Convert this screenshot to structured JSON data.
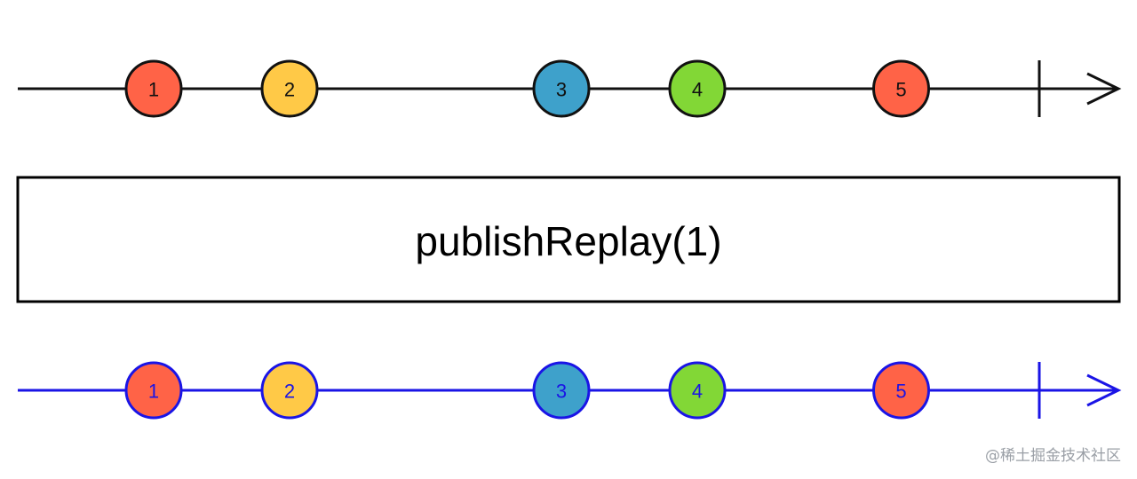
{
  "diagram": {
    "operator": "publishReplay(1)",
    "colors": {
      "source_line": "#111111",
      "result_line": "#1a14e6",
      "box_border": "#000000"
    },
    "source": {
      "marbles": [
        {
          "label": "1",
          "time": 1,
          "color": "#ff6347"
        },
        {
          "label": "2",
          "time": 2,
          "color": "#ffc947"
        },
        {
          "label": "3",
          "time": 4,
          "color": "#3ea1cb"
        },
        {
          "label": "4",
          "time": 5,
          "color": "#82d736"
        },
        {
          "label": "5",
          "time": 6.5,
          "color": "#ff6347"
        }
      ],
      "completes": true
    },
    "result": {
      "marbles": [
        {
          "label": "1",
          "time": 1,
          "color": "#ff6347"
        },
        {
          "label": "2",
          "time": 2,
          "color": "#ffc947"
        },
        {
          "label": "3",
          "time": 4,
          "color": "#3ea1cb"
        },
        {
          "label": "4",
          "time": 5,
          "color": "#82d736"
        },
        {
          "label": "5",
          "time": 6.5,
          "color": "#ff6347"
        }
      ],
      "completes": true
    }
  },
  "watermark": "@稀土掘金技术社区"
}
